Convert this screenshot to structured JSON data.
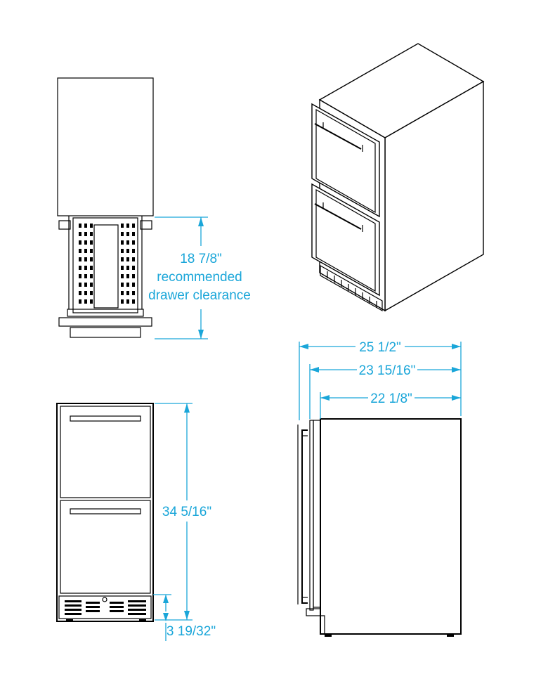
{
  "dimensions": {
    "drawer_clearance_value": "18 7/8\"",
    "drawer_clearance_label_1": "recommended",
    "drawer_clearance_label_2": "drawer clearance",
    "overall_depth": "25 1/2\"",
    "depth_with_door": "23 15/16\"",
    "cabinet_depth": "22 1/8\"",
    "height": "34 5/16\"",
    "toe_kick_height": "3 19/32\""
  },
  "colors": {
    "dimension_lines": "#1aa6d9",
    "outline": "#000000"
  }
}
